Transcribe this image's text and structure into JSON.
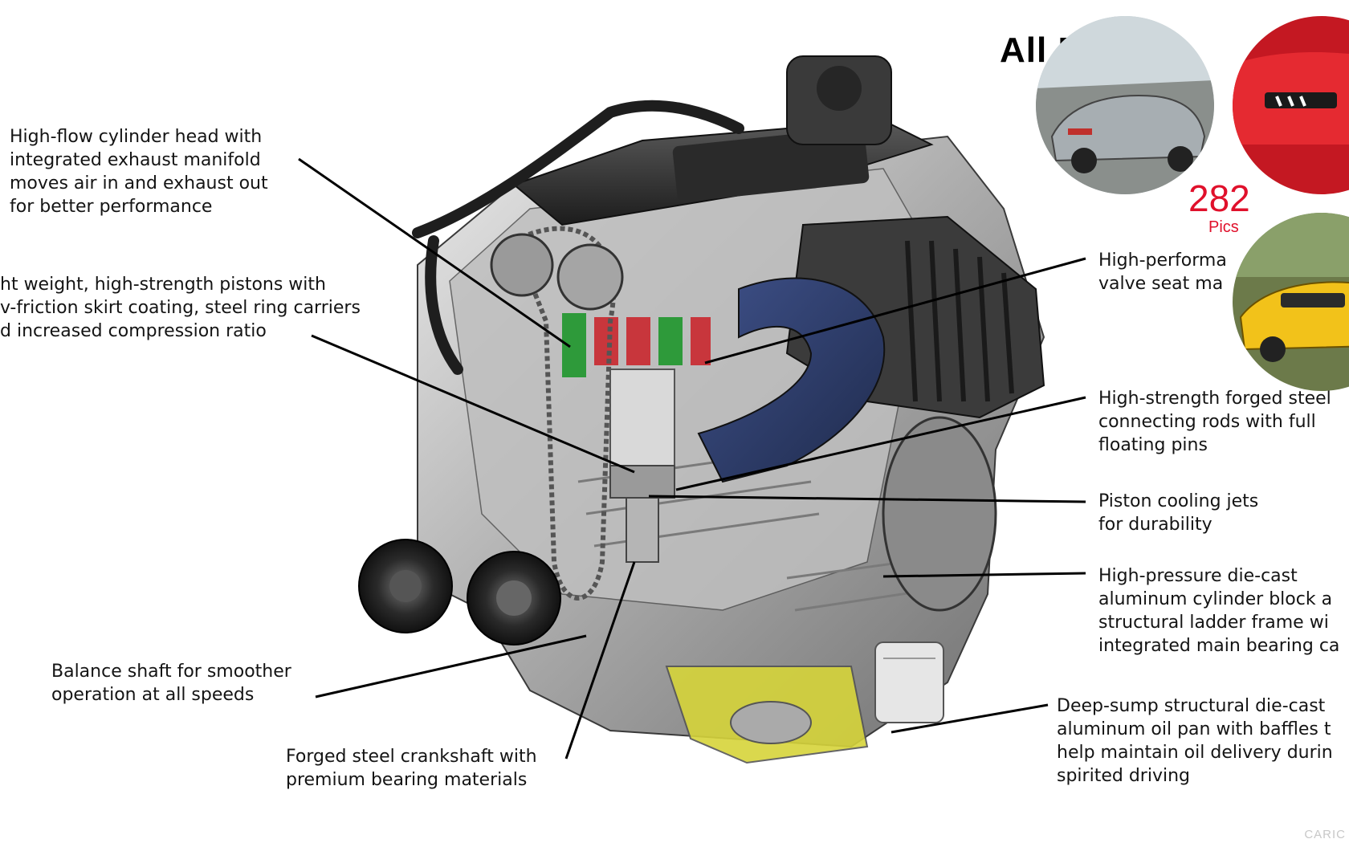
{
  "header": {
    "title": "All Ford M",
    "gallery_count": "282",
    "gallery_label": "Pics",
    "watermark": "CARIC"
  },
  "callouts": [
    {
      "id": "cylinder-head",
      "text": "High-flow cylinder head with\nintegrated exhaust manifold\nmoves air in and exhaust out\nfor better performance"
    },
    {
      "id": "pistons",
      "text": "ht weight, high-strength pistons with\nv-friction skirt coating, steel ring carriers\nd increased compression ratio"
    },
    {
      "id": "balance-shaft",
      "text": "Balance shaft for smoother\noperation at all speeds"
    },
    {
      "id": "crankshaft",
      "text": "Forged steel crankshaft with\npremium bearing materials"
    },
    {
      "id": "valve-seat",
      "text": "High-performa\nvalve seat ma"
    },
    {
      "id": "connecting-rods",
      "text": "High-strength forged steel\nconnecting rods with full\nfloating pins"
    },
    {
      "id": "cooling-jets",
      "text": "Piston cooling jets\nfor durability"
    },
    {
      "id": "cylinder-block",
      "text": "High-pressure die-cast\naluminum cylinder block a\nstructural ladder frame wi\nintegrated main bearing ca"
    },
    {
      "id": "oil-pan",
      "text": "Deep-sump structural die-cast\naluminum oil pan with baffles t\nhelp maintain oil delivery durin\nspirited driving"
    }
  ],
  "colors": {
    "accent_red": "#e0102b",
    "engine_blue": "#2b3a66",
    "engine_green": "#2e9a3a",
    "engine_yellow": "#d6d43a",
    "engine_red": "#c8363c"
  }
}
